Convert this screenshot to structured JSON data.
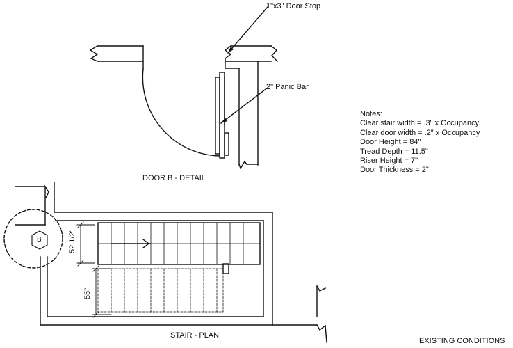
{
  "door_detail": {
    "title": "DOOR B - DETAIL",
    "callouts": {
      "door_stop": "1\"x3\" Door Stop",
      "panic_bar": "2\" Panic Bar"
    }
  },
  "stair_plan": {
    "title": "STAIR - PLAN",
    "door_tag": "B",
    "dimensions": {
      "upper_run": "52 1/2\"",
      "lower_run": "55\""
    }
  },
  "notes": {
    "heading": "Notes:",
    "items": [
      "Clear stair width = .3\" x Occupancy",
      "Clear door width = .2\" x Occupancy",
      "Door Height = 84\"",
      "Tread Depth = 11.5\"",
      "Riser Height = 7\"",
      "Door Thickness = 2\""
    ]
  },
  "sheet": {
    "status": "EXISTING CONDITIONS"
  }
}
